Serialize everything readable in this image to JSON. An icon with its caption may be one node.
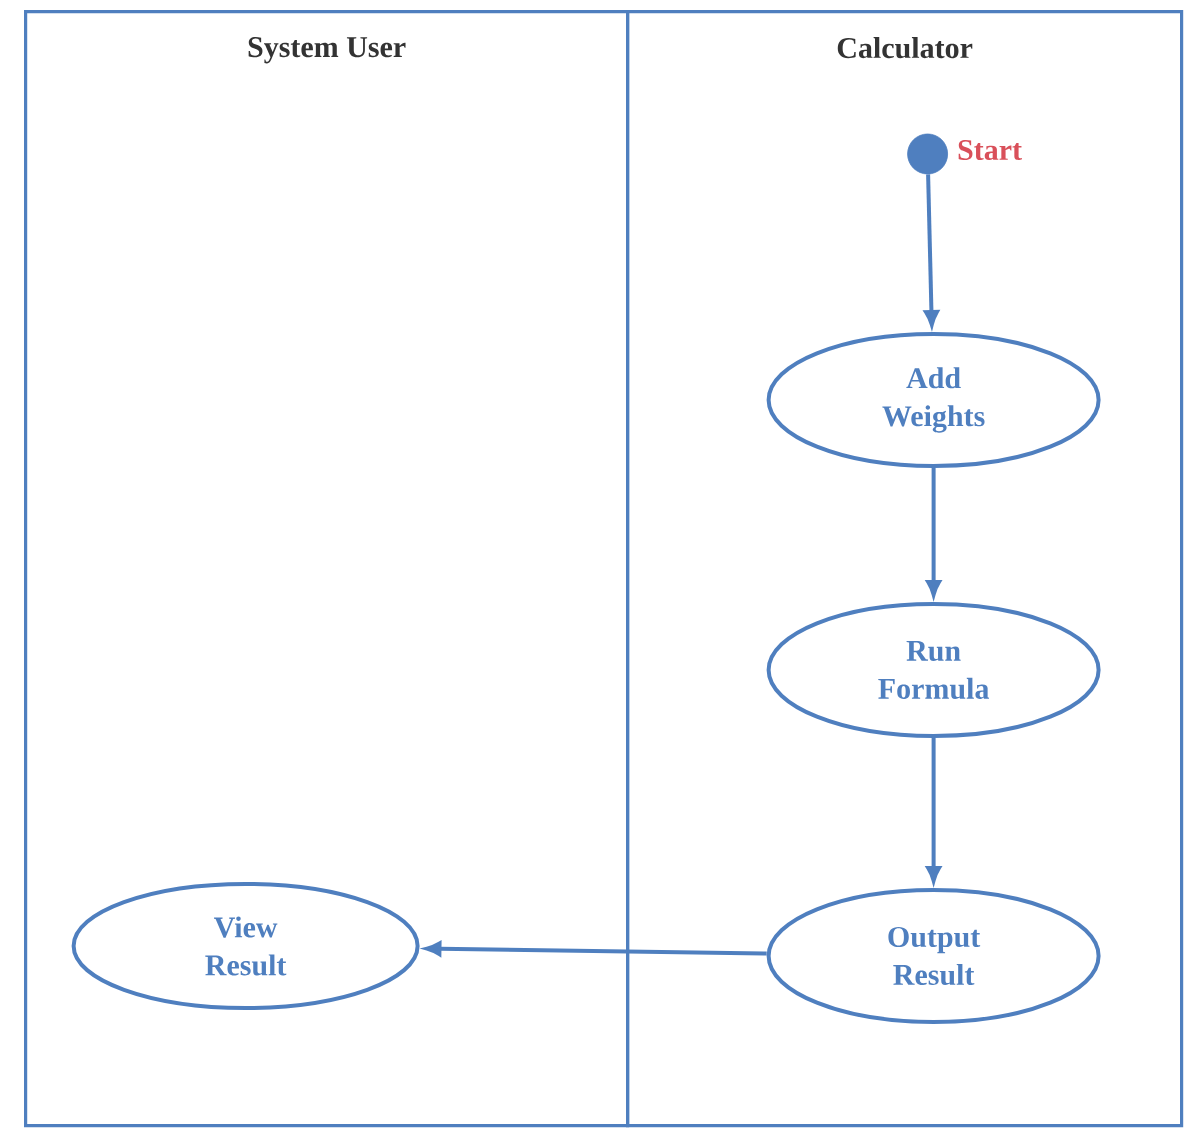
{
  "diagram": {
    "nodes": [
      {
        "text": [
          "System User"
        ]
      },
      {
        "text": [
          "Calculator"
        ]
      },
      {
        "text": [],
        "shape": "circle",
        "beside": [
          "Start"
        ],
        "in": 1
      },
      {
        "text": [
          "Add Weights"
        ],
        "in": 1
      },
      {
        "text": [
          "Run Formula"
        ],
        "in": 1
      },
      {
        "text": [
          "Output Result"
        ],
        "in": 1
      },
      {
        "text": [
          "View Result"
        ],
        "in": 0
      }
    ],
    "edges": [
      {
        "from": 2,
        "to": 3,
        "arrow": "to"
      },
      {
        "from": 3,
        "to": 4,
        "arrow": "to"
      },
      {
        "from": 4,
        "to": 5,
        "arrow": "to"
      },
      {
        "from": 5,
        "to": 6,
        "arrow": "to"
      }
    ]
  }
}
